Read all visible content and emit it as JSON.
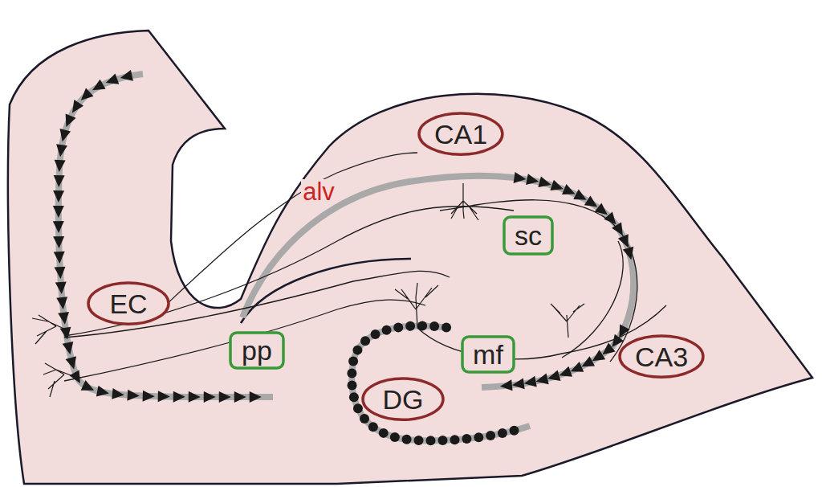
{
  "diagram": {
    "nodes": [
      {
        "text": [
          "CA1"
        ]
      },
      {
        "text": [
          "sc"
        ]
      },
      {
        "text": [
          "EC"
        ]
      },
      {
        "text": [
          "pp"
        ]
      },
      {
        "text": [
          "mf"
        ]
      },
      {
        "text": [
          "CA3"
        ]
      },
      {
        "text": [
          "DG"
        ]
      }
    ],
    "labels": [
      "alv"
    ]
  }
}
